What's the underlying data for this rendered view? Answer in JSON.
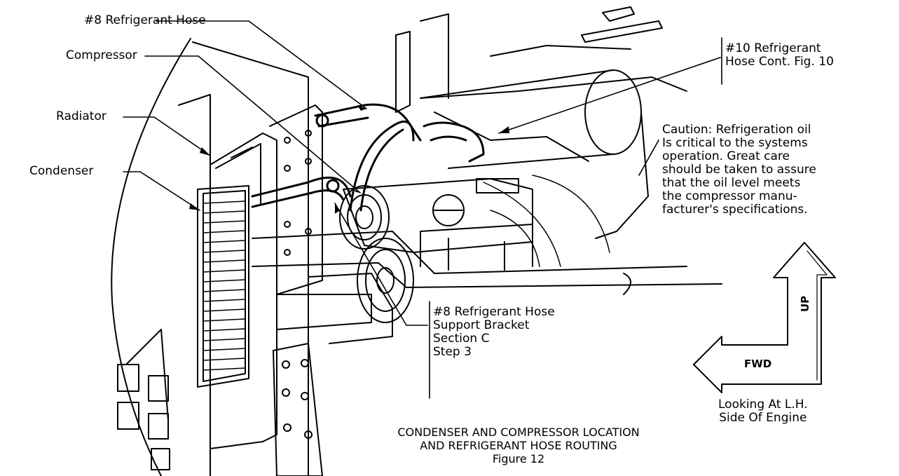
{
  "labels": {
    "hose8": "#8 Refrigerant Hose",
    "compressor": "Compressor",
    "radiator": "Radiator",
    "condenser": "Condenser",
    "hose10": [
      "#10 Refrigerant",
      "Hose Cont. Fig. 10"
    ],
    "bracket": [
      "#8 Refrigerant Hose",
      "Support Bracket",
      "Section C",
      "Step 3"
    ]
  },
  "caution": [
    "Caution:  Refrigeration oil",
    "Is critical to the systems",
    "operation.  Great care",
    "should be taken to assure",
    "that the oil level meets",
    "the compressor manu-",
    "facturer's specifications."
  ],
  "orientation": {
    "up": "UP",
    "fwd": "FWD",
    "note": [
      "Looking At L.H.",
      "Side Of Engine"
    ]
  },
  "caption": [
    "CONDENSER AND COMPRESSOR LOCATION",
    "AND REFRIGERANT HOSE ROUTING",
    "Figure 12"
  ]
}
